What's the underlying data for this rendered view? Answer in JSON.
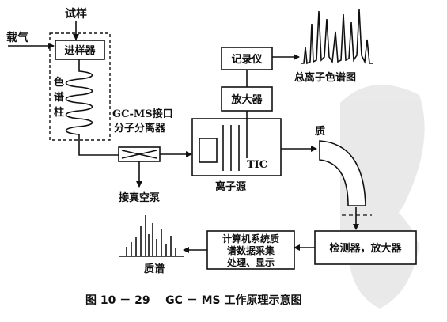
{
  "labels": {
    "sample": "试样",
    "carrier_gas": "载气",
    "injector": "进样器",
    "column_1": "色",
    "column_2": "谱",
    "column_3": "柱",
    "interface_1": "GC-MS接口",
    "interface_2": "分子分离器",
    "vacuum_pump": "接真空泵",
    "recorder": "记录仪",
    "amplifier": "放大器",
    "tic_chromatogram": "总离子色谱图",
    "ion_source": "离子源",
    "tic": "TIC",
    "mass_analyzer": "质",
    "detector": "检测器，放大器",
    "computer_1": "计算机系统质",
    "computer_2": "谱数据采集",
    "computer_3": "处理、显示",
    "mass_spectrum": "质谱"
  },
  "caption": "图 10 － 29    GC － MS 工作原理示意图"
}
